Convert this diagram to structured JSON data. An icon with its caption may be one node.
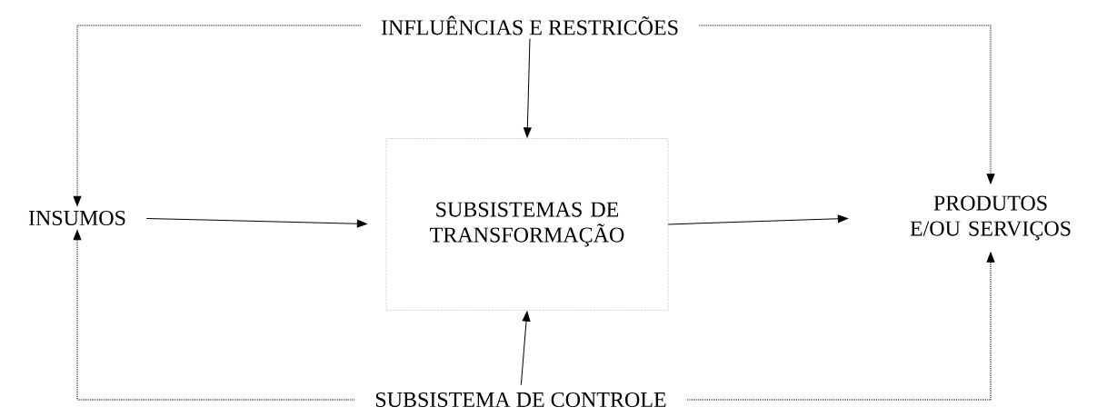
{
  "diagram": {
    "nodes": [
      {
        "text": [
          "INFLUÊNCIAS E RESTRICÕES"
        ]
      },
      {
        "text": [
          "INSUMOS"
        ]
      },
      {
        "text": [
          "SUBSISTEMAS DE TRANSFORMAÇÃO"
        ]
      },
      {
        "text": [
          "PRODUTOS E/OU SERVIÇOS"
        ]
      },
      {
        "text": [
          "SUBSISTEMA DE CONTROLE"
        ]
      }
    ],
    "edges": [
      {
        "from": 0,
        "to": 1,
        "arrow": "to",
        "style": "dashed"
      },
      {
        "from": 0,
        "to": 2,
        "arrow": "to"
      },
      {
        "from": 0,
        "to": 3,
        "arrow": "to",
        "style": "dashed"
      },
      {
        "from": 1,
        "to": 2,
        "arrow": "to"
      },
      {
        "from": 2,
        "to": 3,
        "arrow": "to"
      },
      {
        "from": 4,
        "to": 2,
        "arrow": "to"
      },
      {
        "from": 4,
        "to": 1,
        "arrow": "to",
        "style": "dashed"
      },
      {
        "from": 4,
        "to": 3,
        "arrow": "to",
        "style": "dashed"
      }
    ]
  }
}
